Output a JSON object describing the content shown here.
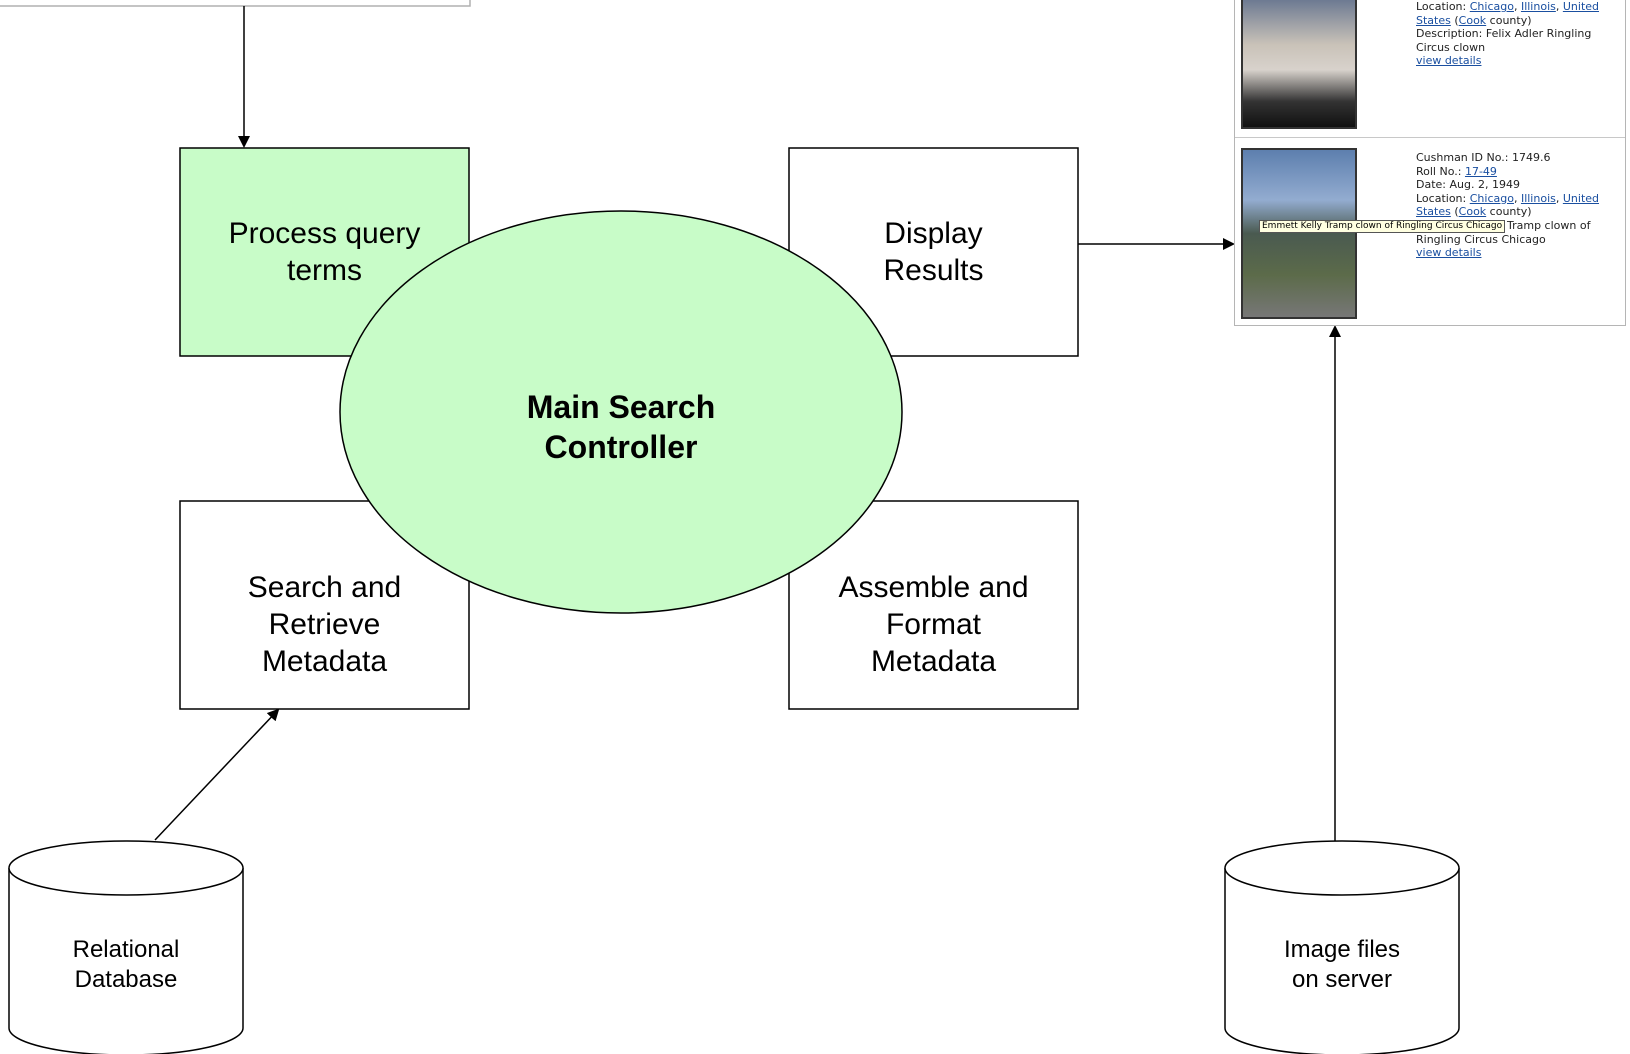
{
  "nodes": {
    "process_query": "Process query\nterms",
    "display_results": "Display\nResults",
    "main_controller": "Main Search\nController",
    "search_retrieve": "Search and\nRetrieve\nMetadata",
    "assemble_format": "Assemble and\nFormat\nMetadata",
    "relational_db": "Relational\nDatabase",
    "image_files": "Image files\non server"
  },
  "colors": {
    "highlight_fill": "#c8fcc8",
    "stroke": "#000000",
    "link": "#1a4fa0"
  },
  "results_panel": {
    "record1": {
      "location_label": "Location:",
      "city": "Chicago",
      "state": "Illinois",
      "country_line1": "United",
      "country_line2": "States",
      "county": "Cook",
      "county_suffix": "county)",
      "description_label": "Description:",
      "description": "Felix Adler Ringling Circus clown",
      "view_details": "view details"
    },
    "record2": {
      "cushman_id_label": "Cushman ID No.:",
      "cushman_id": "1749.6",
      "roll_label": "Roll No.:",
      "roll": "17-49",
      "date_label": "Date:",
      "date": "Aug. 2, 1949",
      "location_label": "Location:",
      "city": "Chicago",
      "state": "Illinois",
      "country_line1": "United",
      "country_line2": "States",
      "county": "Cook",
      "county_suffix": "county)",
      "description_visible": "h: Emmett Kelly Tramp clown of Ringling Circus Chicago",
      "view_details": "view details",
      "tooltip": "Emmett Kelly Tramp clown of Ringling Circus Chicago"
    }
  }
}
